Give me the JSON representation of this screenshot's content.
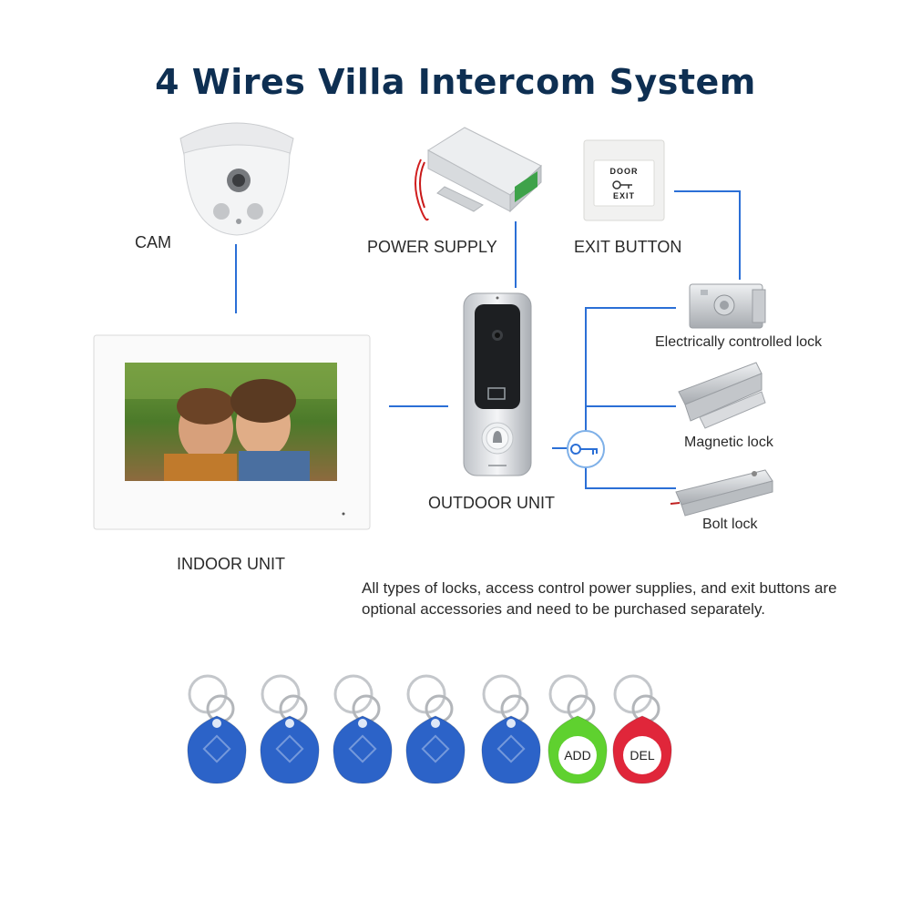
{
  "title": "4 Wires Villa Intercom System",
  "components": {
    "cam": "CAM",
    "power_supply": "POWER SUPPLY",
    "exit_button": "EXIT BUTTON",
    "exit_button_text_top": "DOOR",
    "exit_button_text_bottom": "EXIT",
    "outdoor_unit": "OUTDOOR UNIT",
    "indoor_unit": "INDOOR UNIT",
    "electric_lock": "Electrically controlled lock",
    "magnetic_lock": "Magnetic lock",
    "bolt_lock": "Bolt lock"
  },
  "note": "All types of locks, access control power supplies, and exit buttons are optional accessories and need to be purchased separately.",
  "key_fobs": [
    {
      "color": "#2c63c8",
      "label": ""
    },
    {
      "color": "#2c63c8",
      "label": ""
    },
    {
      "color": "#2c63c8",
      "label": ""
    },
    {
      "color": "#2c63c8",
      "label": ""
    },
    {
      "color": "#2c63c8",
      "label": ""
    },
    {
      "color": "#5fd12f",
      "label": "ADD"
    },
    {
      "color": "#e0263a",
      "label": "DEL"
    }
  ],
  "colors": {
    "wire": "#2b6fd6",
    "title": "#0e2f52"
  },
  "icons": [
    "dome-camera-icon",
    "power-supply-icon",
    "exit-button-icon",
    "outdoor-unit-icon",
    "indoor-monitor-icon",
    "electric-lock-icon",
    "magnetic-lock-icon",
    "bolt-lock-icon",
    "key-icon",
    "key-fob-icon"
  ]
}
